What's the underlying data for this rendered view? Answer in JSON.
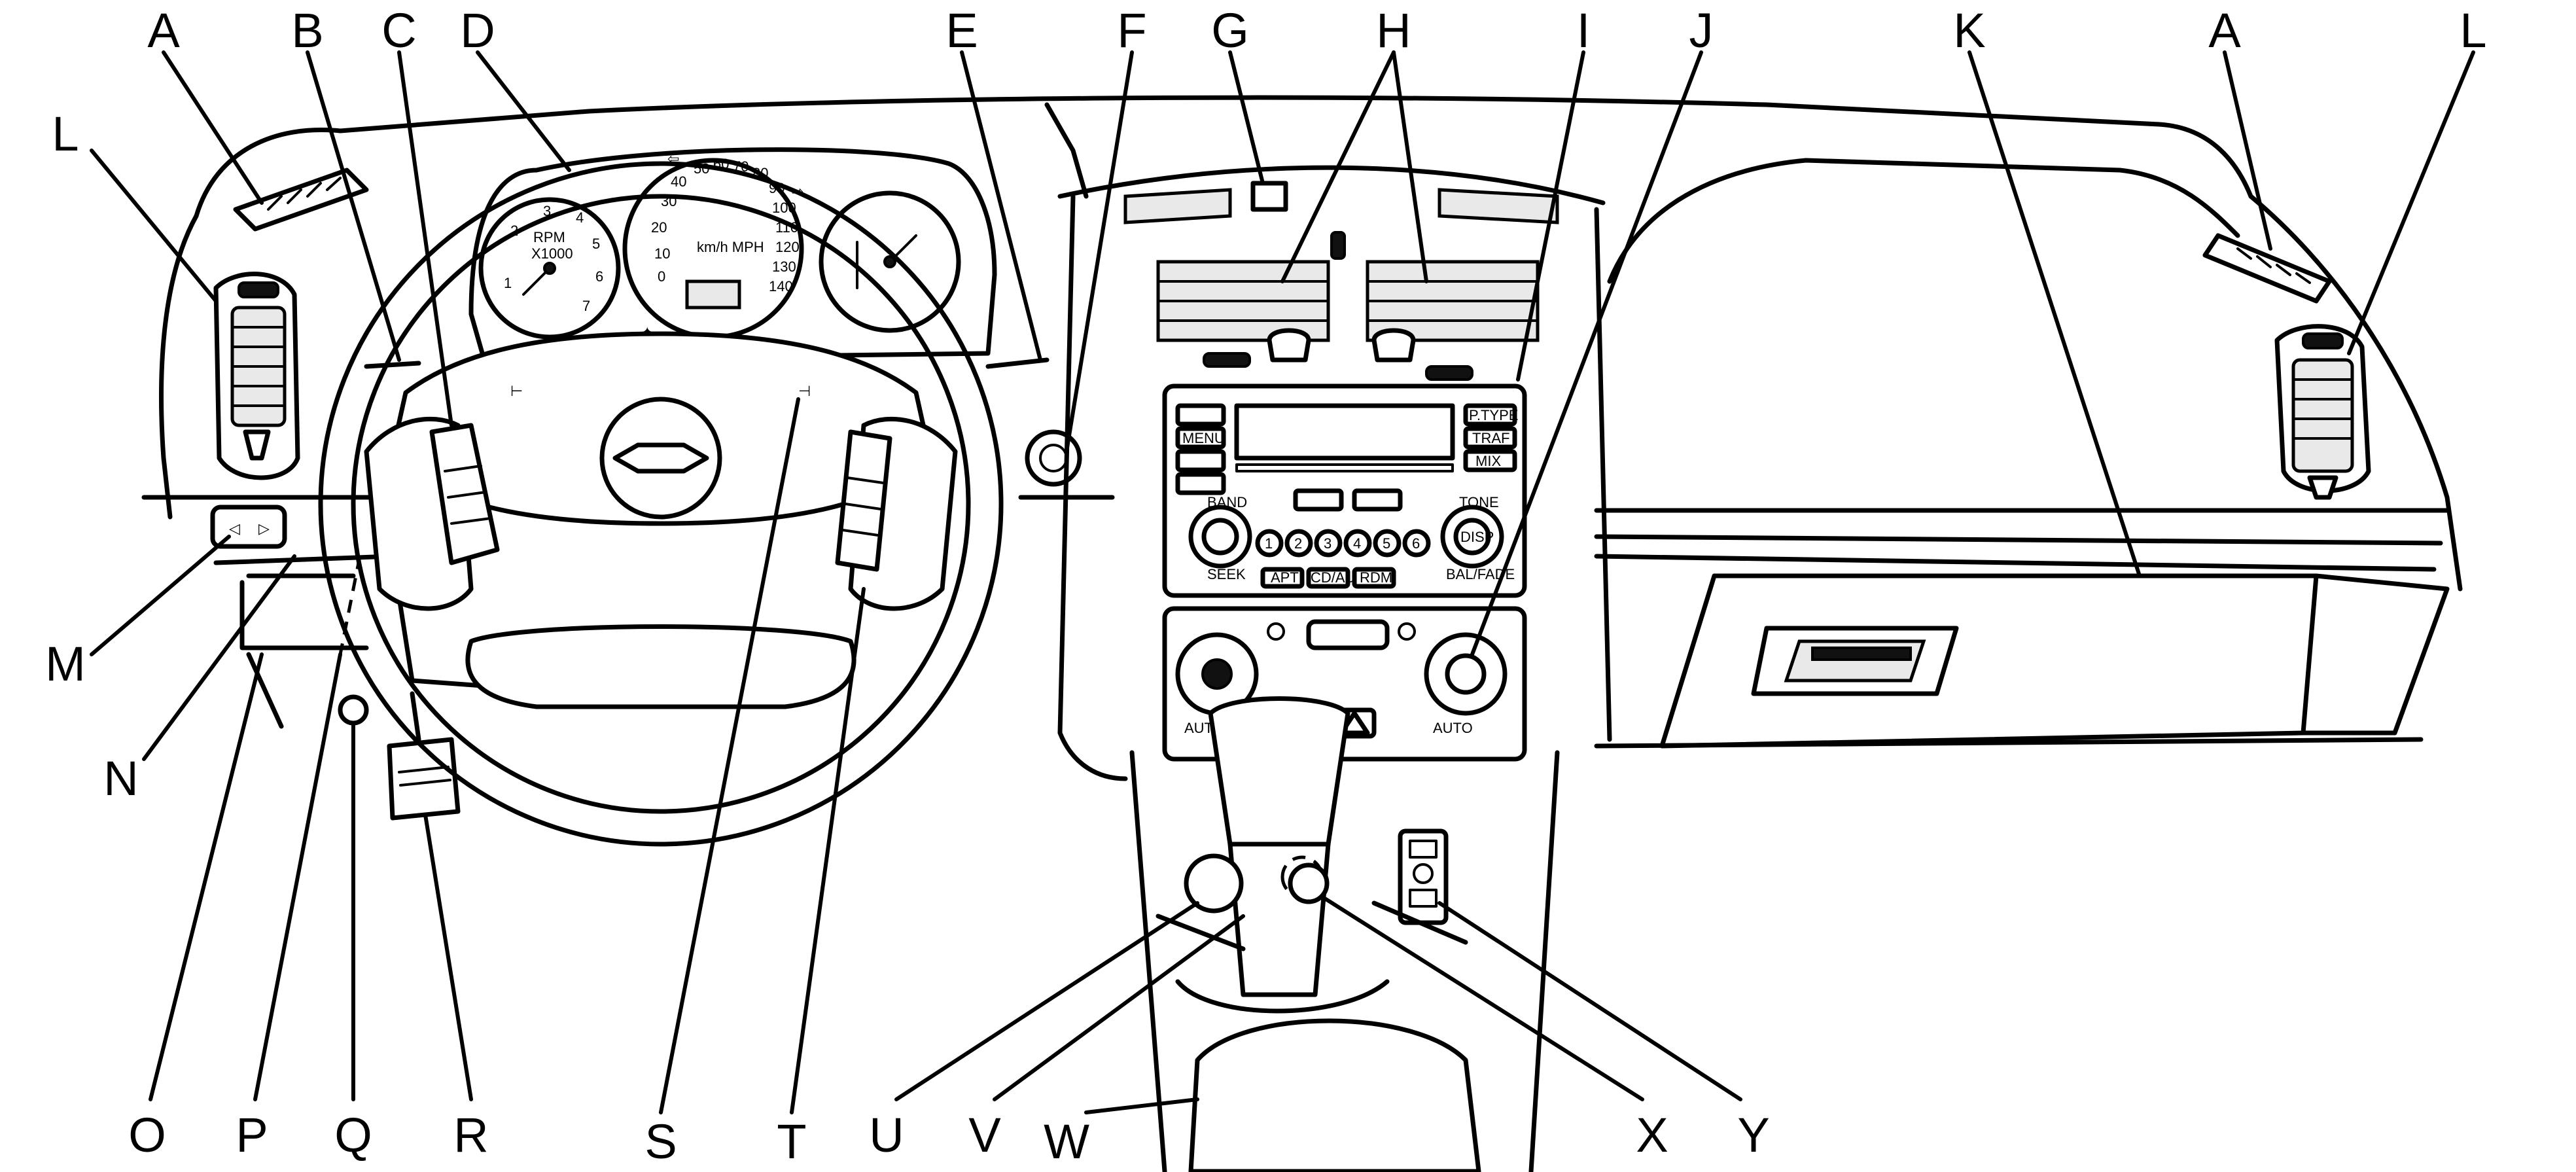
{
  "callouts": [
    {
      "id": "A-left",
      "text": "A"
    },
    {
      "id": "B",
      "text": "B"
    },
    {
      "id": "C",
      "text": "C"
    },
    {
      "id": "D",
      "text": "D"
    },
    {
      "id": "E",
      "text": "E"
    },
    {
      "id": "F",
      "text": "F"
    },
    {
      "id": "G",
      "text": "G"
    },
    {
      "id": "H",
      "text": "H"
    },
    {
      "id": "I",
      "text": "I"
    },
    {
      "id": "J",
      "text": "J"
    },
    {
      "id": "K",
      "text": "K"
    },
    {
      "id": "A-right",
      "text": "A"
    },
    {
      "id": "L-right",
      "text": "L"
    },
    {
      "id": "L-left",
      "text": "L"
    },
    {
      "id": "M",
      "text": "M"
    },
    {
      "id": "N",
      "text": "N"
    },
    {
      "id": "O",
      "text": "O"
    },
    {
      "id": "P",
      "text": "P"
    },
    {
      "id": "Q",
      "text": "Q"
    },
    {
      "id": "R",
      "text": "R"
    },
    {
      "id": "S",
      "text": "S"
    },
    {
      "id": "T",
      "text": "T"
    },
    {
      "id": "U",
      "text": "U"
    },
    {
      "id": "V",
      "text": "V"
    },
    {
      "id": "W",
      "text": "W"
    },
    {
      "id": "X",
      "text": "X"
    },
    {
      "id": "Y",
      "text": "Y"
    }
  ],
  "cluster": {
    "tach_label": "RPM",
    "tach_scale": "X1000",
    "speed_unit": "km/h MPH",
    "speed_ticks": [
      "20",
      "30",
      "40",
      "50",
      "60",
      "70",
      "80",
      "90",
      "100",
      "110",
      "120",
      "130",
      "140",
      "10",
      "0"
    ],
    "tach_ticks": [
      "1",
      "2",
      "3",
      "4",
      "5",
      "6",
      "7"
    ]
  },
  "radio": {
    "left_buttons": [
      "",
      "MENU",
      "",
      ""
    ],
    "right_buttons": [
      "P.TYPE",
      "TRAF",
      "MIX"
    ],
    "preset_buttons": [
      "1",
      "2",
      "3",
      "4",
      "5",
      "6"
    ],
    "knob_labels": [
      "BAND",
      "SEEK",
      "TONE",
      "BAL/FADE",
      "DISP"
    ],
    "bottom_buttons": [
      "APT",
      "CD/AUX",
      "RDM"
    ]
  },
  "climate": {
    "left_knob_label": "AUTO",
    "right_knob_label": "AUTO"
  }
}
